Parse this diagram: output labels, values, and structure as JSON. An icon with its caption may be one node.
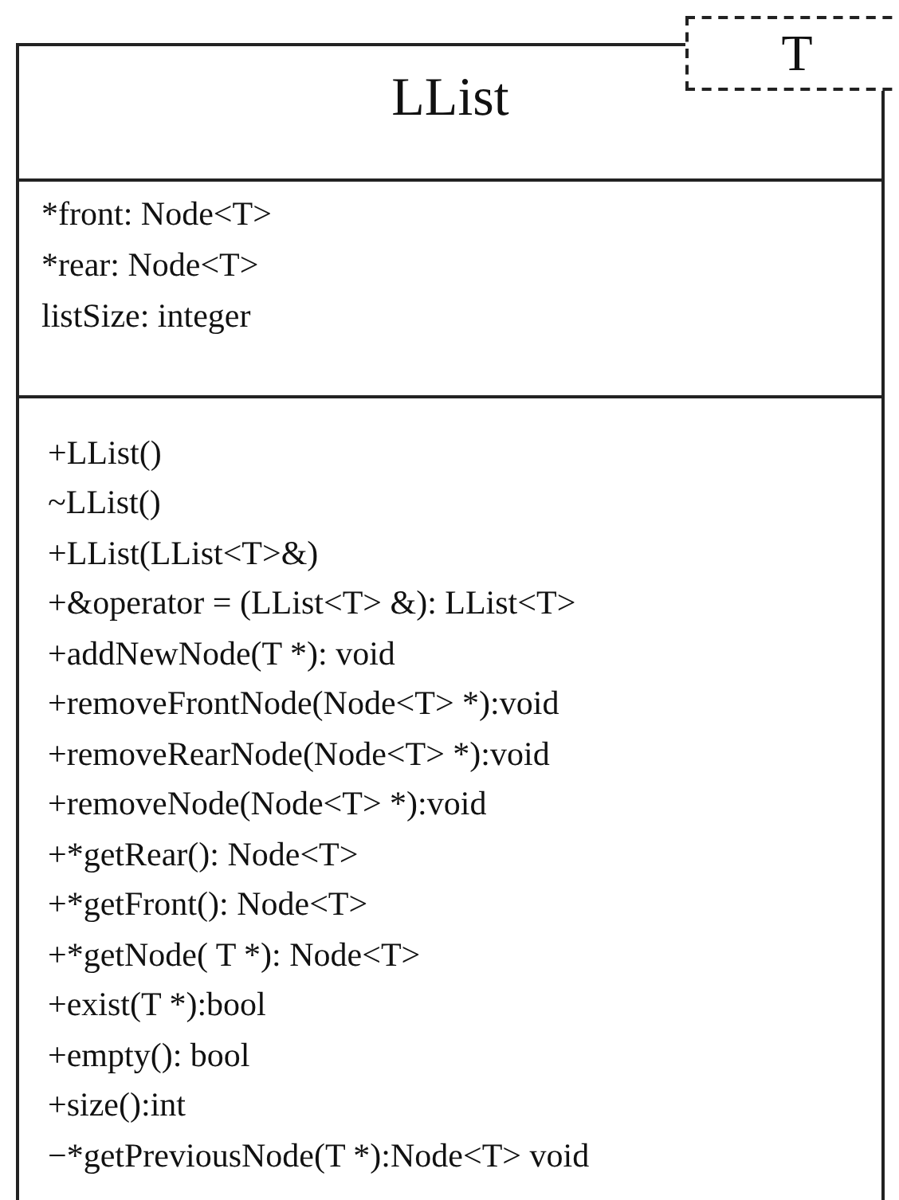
{
  "diagram": {
    "nodes": [
      {
        "text": [
          "LList",
          "*front: Node<T>",
          "*rear: Node<T>",
          "listSize: integer",
          "+LList()",
          "~LList()",
          "+LList(LList<T>&)",
          "+&operator = (LList<T> &): LList<T>",
          "+addNewNode(T *): void",
          "+removeFrontNode(Node<T> *):void",
          "+removeRearNode(Node<T> *):void",
          "+removeNode(Node<T> *):void",
          "+*getRear(): Node<T>",
          "+*getFront(): Node<T>",
          "+*getNode( T *): Node<T>",
          "+exist(T *):bool",
          "+empty(): bool",
          "+size():int",
          "−*getPreviousNode(T *):Node<T> void"
        ]
      },
      {
        "text": [
          "T"
        ]
      }
    ]
  }
}
